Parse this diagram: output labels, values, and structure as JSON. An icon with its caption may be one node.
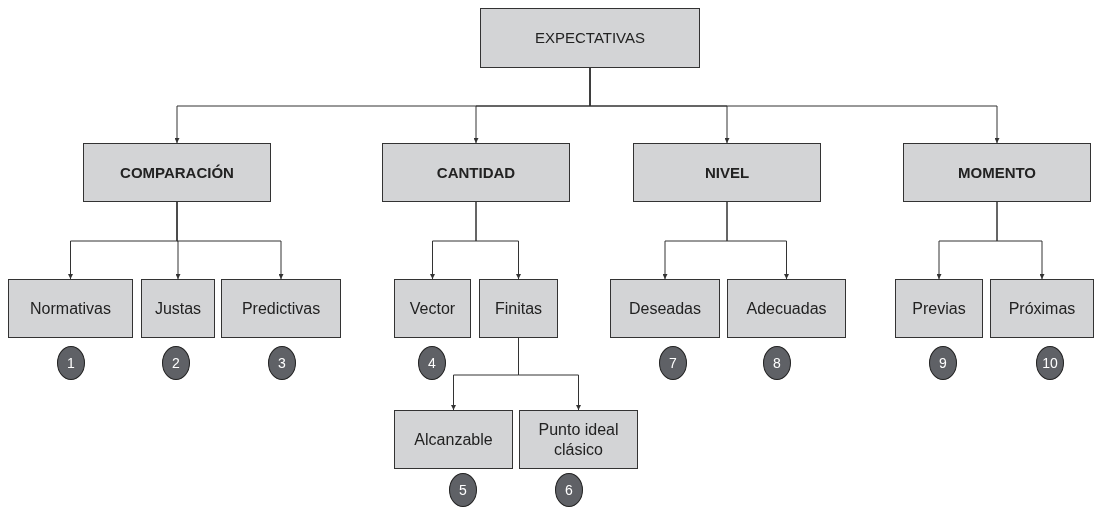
{
  "diagram": {
    "nodes": [
      {
        "text": [
          "EXPECTATIVAS"
        ]
      },
      {
        "text": [
          "COMPARACIÓN"
        ]
      },
      {
        "text": [
          "CANTIDAD"
        ]
      },
      {
        "text": [
          "NIVEL"
        ]
      },
      {
        "text": [
          "MOMENTO"
        ]
      },
      {
        "text": [
          "Normativas"
        ]
      },
      {
        "text": [
          "Justas"
        ]
      },
      {
        "text": [
          "Predictivas"
        ]
      },
      {
        "text": [
          "Vector"
        ]
      },
      {
        "text": [
          "Finitas"
        ]
      },
      {
        "text": [
          "Deseadas"
        ]
      },
      {
        "text": [
          "Adecuadas"
        ]
      },
      {
        "text": [
          "Previas"
        ]
      },
      {
        "text": [
          "Próximas"
        ]
      },
      {
        "text": [
          "1"
        ]
      },
      {
        "text": [
          "2"
        ]
      },
      {
        "text": [
          "3"
        ]
      },
      {
        "text": [
          "4"
        ]
      },
      {
        "text": [
          "7"
        ]
      },
      {
        "text": [
          "8"
        ]
      },
      {
        "text": [
          "9"
        ]
      },
      {
        "text": [
          "10"
        ]
      },
      {
        "text": [
          "Alcanzable"
        ]
      },
      {
        "text": [
          "Punto ideal clásico"
        ]
      },
      {
        "text": [
          "5"
        ]
      },
      {
        "text": [
          "6"
        ]
      }
    ],
    "edges": [
      {
        "from": 0,
        "to": 1,
        "arrow": "to"
      },
      {
        "from": 0,
        "to": 2,
        "arrow": "to"
      },
      {
        "from": 0,
        "to": 3,
        "arrow": "to"
      },
      {
        "from": 0,
        "to": 4,
        "arrow": "to"
      },
      {
        "from": 1,
        "to": 5,
        "arrow": "to"
      },
      {
        "from": 1,
        "to": 6,
        "arrow": "to"
      },
      {
        "from": 1,
        "to": 7,
        "arrow": "to"
      },
      {
        "from": 2,
        "to": 8,
        "arrow": "to"
      },
      {
        "from": 2,
        "to": 9,
        "arrow": "to"
      },
      {
        "from": 3,
        "to": 10,
        "arrow": "to"
      },
      {
        "from": 3,
        "to": 11,
        "arrow": "to"
      },
      {
        "from": 4,
        "to": 12,
        "arrow": "to"
      },
      {
        "from": 4,
        "to": 13,
        "arrow": "to"
      },
      {
        "from": 9,
        "to": 22,
        "arrow": "to"
      },
      {
        "from": 9,
        "to": 23,
        "arrow": "to"
      }
    ]
  }
}
